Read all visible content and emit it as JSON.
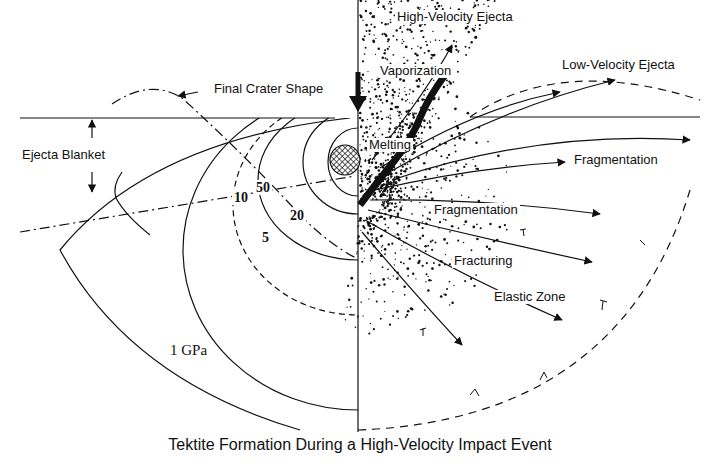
{
  "diagram": {
    "caption": "Tektite Formation During a High-Velocity Impact Event",
    "labels": [
      "High-Velocity Ejecta",
      "Vaporization",
      "Final Crater Shape",
      "Low-Velocity Ejecta",
      "Ejecta Blanket",
      "Melting",
      "Fragmentation",
      "Fragmentation",
      "Fracturing",
      "Elastic Zone",
      "50",
      "20",
      "10",
      "5",
      "1 GPa"
    ]
  }
}
